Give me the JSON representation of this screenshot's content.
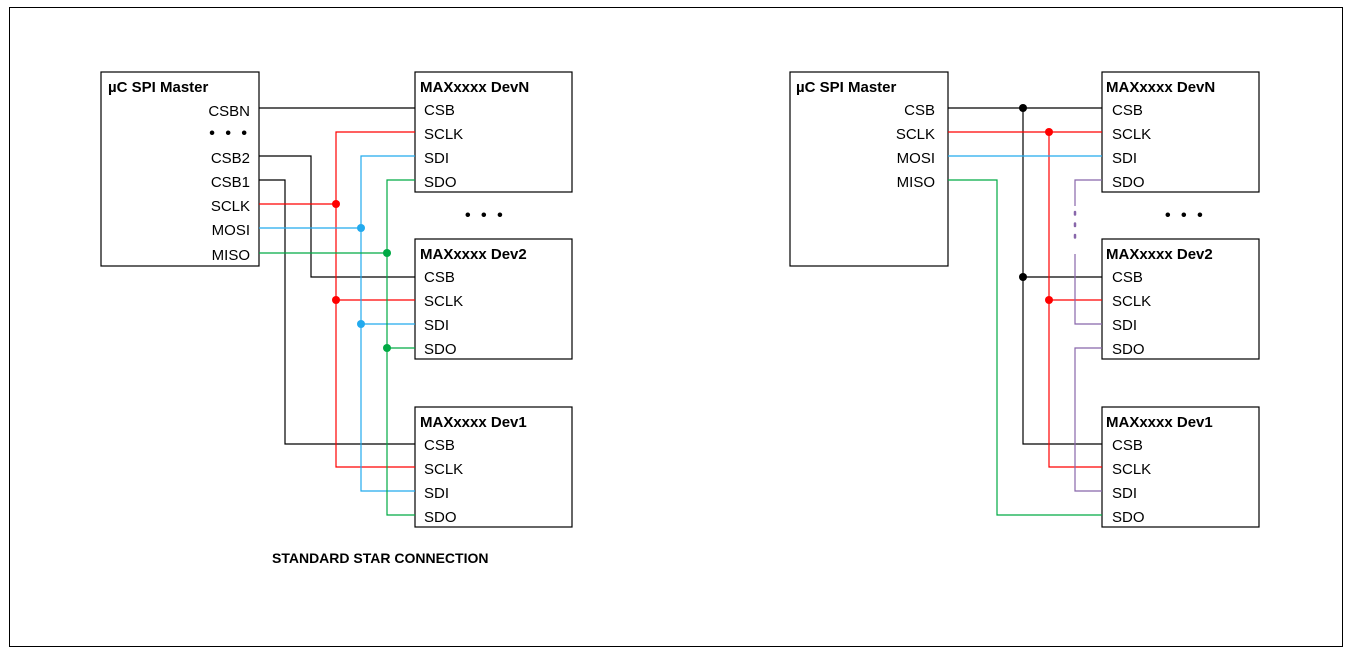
{
  "colors": {
    "csb": "#000000",
    "sclk": "#ff0000",
    "sdi": "#22aaee",
    "sdo_star": "#00aa44",
    "sdo_chain": "#8866aa"
  },
  "star": {
    "master": {
      "title": "µC SPI Master",
      "pins": [
        "CSBN",
        "• • •",
        "CSB2",
        "CSB1",
        "SCLK",
        "MOSI",
        "MISO"
      ]
    },
    "devices": [
      {
        "title": "MAXxxxx DevN",
        "pins": [
          "CSB",
          "SCLK",
          "SDI",
          "SDO"
        ]
      },
      {
        "title": "MAXxxxx Dev2",
        "pins": [
          "CSB",
          "SCLK",
          "SDI",
          "SDO"
        ]
      },
      {
        "title": "MAXxxxx Dev1",
        "pins": [
          "CSB",
          "SCLK",
          "SDI",
          "SDO"
        ]
      }
    ],
    "ellipsis": "• • •",
    "caption": "STANDARD STAR CONNECTION"
  },
  "chain": {
    "master": {
      "title": "µC SPI Master",
      "pins": [
        "CSB",
        "SCLK",
        "MOSI",
        "MISO"
      ]
    },
    "devices": [
      {
        "title": "MAXxxxx DevN",
        "pins": [
          "CSB",
          "SCLK",
          "SDI",
          "SDO"
        ]
      },
      {
        "title": "MAXxxxx Dev2",
        "pins": [
          "CSB",
          "SCLK",
          "SDI",
          "SDO"
        ]
      },
      {
        "title": "MAXxxxx Dev1",
        "pins": [
          "CSB",
          "SCLK",
          "SDI",
          "SDO"
        ]
      }
    ],
    "ellipsis": "• • •"
  }
}
